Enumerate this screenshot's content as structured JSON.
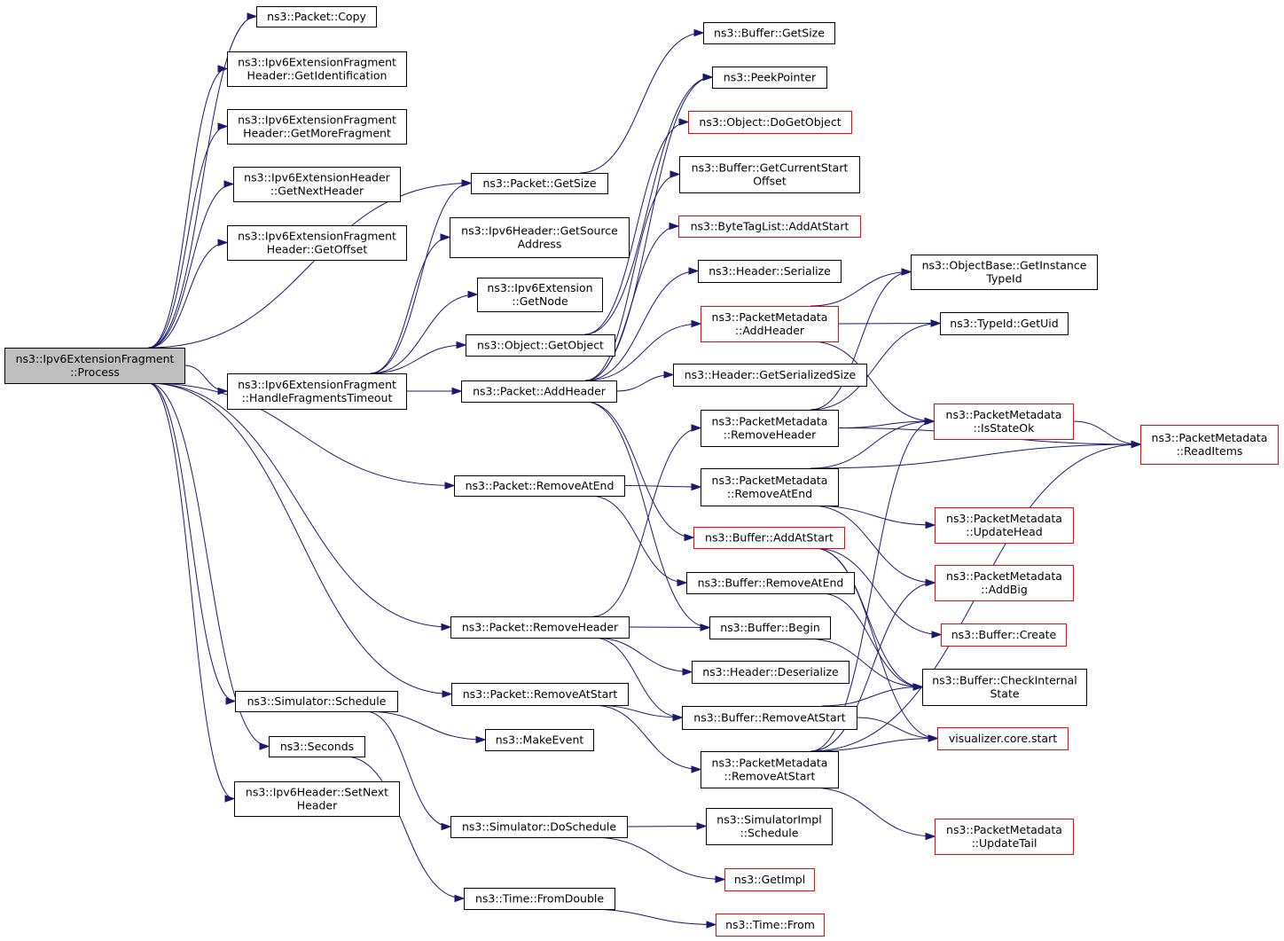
{
  "graph": {
    "title": "",
    "colors": {
      "edge": "#191970",
      "normal_border": "#000000",
      "linked_border": "#ff0000",
      "root_fill": "#bfbfbf",
      "node_fill": "#ffffff"
    },
    "nodes": [
      {
        "id": "process",
        "lines": [
          "ns3::Ipv6ExtensionFragment",
          "::Process"
        ],
        "kind": "root"
      },
      {
        "id": "copy",
        "lines": [
          "ns3::Packet::Copy"
        ],
        "kind": "normal"
      },
      {
        "id": "getident",
        "lines": [
          "ns3::Ipv6ExtensionFragment",
          "Header::GetIdentification"
        ],
        "kind": "normal"
      },
      {
        "id": "getmorefrag",
        "lines": [
          "ns3::Ipv6ExtensionFragment",
          "Header::GetMoreFragment"
        ],
        "kind": "normal"
      },
      {
        "id": "getnexthdr",
        "lines": [
          "ns3::Ipv6ExtensionHeader",
          "::GetNextHeader"
        ],
        "kind": "normal"
      },
      {
        "id": "getoffset",
        "lines": [
          "ns3::Ipv6ExtensionFragment",
          "Header::GetOffset"
        ],
        "kind": "normal"
      },
      {
        "id": "handlefrag",
        "lines": [
          "ns3::Ipv6ExtensionFragment",
          "::HandleFragmentsTimeout"
        ],
        "kind": "normal"
      },
      {
        "id": "schedule",
        "lines": [
          "ns3::Simulator::Schedule"
        ],
        "kind": "normal"
      },
      {
        "id": "seconds",
        "lines": [
          "ns3::Seconds"
        ],
        "kind": "normal"
      },
      {
        "id": "setnext",
        "lines": [
          "ns3::Ipv6Header::SetNext",
          "Header"
        ],
        "kind": "normal"
      },
      {
        "id": "pktgetsize",
        "lines": [
          "ns3::Packet::GetSize"
        ],
        "kind": "normal"
      },
      {
        "id": "getsrcaddr",
        "lines": [
          "ns3::Ipv6Header::GetSource",
          "Address"
        ],
        "kind": "normal"
      },
      {
        "id": "getnode",
        "lines": [
          "ns3::Ipv6Extension",
          "::GetNode"
        ],
        "kind": "normal"
      },
      {
        "id": "getobject",
        "lines": [
          "ns3::Object::GetObject"
        ],
        "kind": "normal"
      },
      {
        "id": "addheader",
        "lines": [
          "ns3::Packet::AddHeader"
        ],
        "kind": "normal"
      },
      {
        "id": "removeatend",
        "lines": [
          "ns3::Packet::RemoveAtEnd"
        ],
        "kind": "normal"
      },
      {
        "id": "removeheader",
        "lines": [
          "ns3::Packet::RemoveHeader"
        ],
        "kind": "normal"
      },
      {
        "id": "removeatstart",
        "lines": [
          "ns3::Packet::RemoveAtStart"
        ],
        "kind": "normal"
      },
      {
        "id": "makeevent",
        "lines": [
          "ns3::MakeEvent"
        ],
        "kind": "normal"
      },
      {
        "id": "doschedule",
        "lines": [
          "ns3::Simulator::DoSchedule"
        ],
        "kind": "normal"
      },
      {
        "id": "fromdouble",
        "lines": [
          "ns3::Time::FromDouble"
        ],
        "kind": "normal"
      },
      {
        "id": "bufgetsize",
        "lines": [
          "ns3::Buffer::GetSize"
        ],
        "kind": "normal"
      },
      {
        "id": "peekpointer",
        "lines": [
          "ns3::PeekPointer"
        ],
        "kind": "normal"
      },
      {
        "id": "dogetobject",
        "lines": [
          "ns3::Object::DoGetObject"
        ],
        "kind": "linked"
      },
      {
        "id": "getcurstart",
        "lines": [
          "ns3::Buffer::GetCurrentStart",
          "Offset"
        ],
        "kind": "normal"
      },
      {
        "id": "bytetag",
        "lines": [
          "ns3::ByteTagList::AddAtStart"
        ],
        "kind": "linked"
      },
      {
        "id": "hdrserialize",
        "lines": [
          "ns3::Header::Serialize"
        ],
        "kind": "normal"
      },
      {
        "id": "pmaddheader",
        "lines": [
          "ns3::PacketMetadata",
          "::AddHeader"
        ],
        "kind": "linked"
      },
      {
        "id": "getserialsize",
        "lines": [
          "ns3::Header::GetSerializedSize"
        ],
        "kind": "normal"
      },
      {
        "id": "pmremoveheader",
        "lines": [
          "ns3::PacketMetadata",
          "::RemoveHeader"
        ],
        "kind": "normal"
      },
      {
        "id": "pmremoveatend",
        "lines": [
          "ns3::PacketMetadata",
          "::RemoveAtEnd"
        ],
        "kind": "normal"
      },
      {
        "id": "bufaddatstart",
        "lines": [
          "ns3::Buffer::AddAtStart"
        ],
        "kind": "linked"
      },
      {
        "id": "bufremoveatend",
        "lines": [
          "ns3::Buffer::RemoveAtEnd"
        ],
        "kind": "normal"
      },
      {
        "id": "bufbegin",
        "lines": [
          "ns3::Buffer::Begin"
        ],
        "kind": "normal"
      },
      {
        "id": "hdrdeserialize",
        "lines": [
          "ns3::Header::Deserialize"
        ],
        "kind": "normal"
      },
      {
        "id": "bufremoveatstart",
        "lines": [
          "ns3::Buffer::RemoveAtStart"
        ],
        "kind": "normal"
      },
      {
        "id": "pmremoveatstart",
        "lines": [
          "ns3::PacketMetadata",
          "::RemoveAtStart"
        ],
        "kind": "normal"
      },
      {
        "id": "simimplschedule",
        "lines": [
          "ns3::SimulatorImpl",
          "::Schedule"
        ],
        "kind": "normal"
      },
      {
        "id": "getimpl",
        "lines": [
          "ns3::GetImpl"
        ],
        "kind": "linked"
      },
      {
        "id": "timefrom",
        "lines": [
          "ns3::Time::From"
        ],
        "kind": "linked"
      },
      {
        "id": "getinsttypeid",
        "lines": [
          "ns3::ObjectBase::GetInstance",
          "TypeId"
        ],
        "kind": "normal"
      },
      {
        "id": "typeidgetuid",
        "lines": [
          "ns3::TypeId::GetUid"
        ],
        "kind": "normal"
      },
      {
        "id": "isstateok",
        "lines": [
          "ns3::PacketMetadata",
          "::IsStateOk"
        ],
        "kind": "linked"
      },
      {
        "id": "updatehead",
        "lines": [
          "ns3::PacketMetadata",
          "::UpdateHead"
        ],
        "kind": "linked"
      },
      {
        "id": "addbig",
        "lines": [
          "ns3::PacketMetadata",
          "::AddBig"
        ],
        "kind": "linked"
      },
      {
        "id": "bufcreate",
        "lines": [
          "ns3::Buffer::Create"
        ],
        "kind": "linked"
      },
      {
        "id": "checkinternal",
        "lines": [
          "ns3::Buffer::CheckInternal",
          "State"
        ],
        "kind": "normal"
      },
      {
        "id": "vizstart",
        "lines": [
          "visualizer.core.start"
        ],
        "kind": "linked"
      },
      {
        "id": "updatetail",
        "lines": [
          "ns3::PacketMetadata",
          "::UpdateTail"
        ],
        "kind": "linked"
      },
      {
        "id": "readitems",
        "lines": [
          "ns3::PacketMetadata",
          "::ReadItems"
        ],
        "kind": "linked"
      }
    ],
    "edges": [
      [
        "process",
        "copy"
      ],
      [
        "process",
        "getident"
      ],
      [
        "process",
        "getmorefrag"
      ],
      [
        "process",
        "getnexthdr"
      ],
      [
        "process",
        "getoffset"
      ],
      [
        "process",
        "pktgetsize"
      ],
      [
        "process",
        "handlefrag"
      ],
      [
        "process",
        "removeatend"
      ],
      [
        "process",
        "removeheader"
      ],
      [
        "process",
        "removeatstart"
      ],
      [
        "process",
        "schedule"
      ],
      [
        "process",
        "seconds"
      ],
      [
        "process",
        "setnext"
      ],
      [
        "handlefrag",
        "pktgetsize"
      ],
      [
        "handlefrag",
        "getsrcaddr"
      ],
      [
        "handlefrag",
        "getnode"
      ],
      [
        "handlefrag",
        "getobject"
      ],
      [
        "handlefrag",
        "addheader"
      ],
      [
        "pktgetsize",
        "bufgetsize"
      ],
      [
        "getobject",
        "peekpointer"
      ],
      [
        "getobject",
        "dogetobject"
      ],
      [
        "addheader",
        "peekpointer"
      ],
      [
        "addheader",
        "getcurstart"
      ],
      [
        "addheader",
        "bytetag"
      ],
      [
        "addheader",
        "hdrserialize"
      ],
      [
        "addheader",
        "pmaddheader"
      ],
      [
        "addheader",
        "getserialsize"
      ],
      [
        "addheader",
        "bufaddatstart"
      ],
      [
        "addheader",
        "bufbegin"
      ],
      [
        "removeatend",
        "pmremoveatend"
      ],
      [
        "removeatend",
        "bufremoveatend"
      ],
      [
        "removeheader",
        "pmremoveheader"
      ],
      [
        "removeheader",
        "bufbegin"
      ],
      [
        "removeheader",
        "hdrdeserialize"
      ],
      [
        "removeheader",
        "bufremoveatstart"
      ],
      [
        "removeatstart",
        "bufremoveatstart"
      ],
      [
        "removeatstart",
        "pmremoveatstart"
      ],
      [
        "schedule",
        "makeevent"
      ],
      [
        "schedule",
        "doschedule"
      ],
      [
        "seconds",
        "fromdouble"
      ],
      [
        "doschedule",
        "simimplschedule"
      ],
      [
        "doschedule",
        "getimpl"
      ],
      [
        "fromdouble",
        "timefrom"
      ],
      [
        "pmaddheader",
        "getinsttypeid"
      ],
      [
        "pmaddheader",
        "typeidgetuid"
      ],
      [
        "pmaddheader",
        "isstateok"
      ],
      [
        "pmremoveheader",
        "getinsttypeid"
      ],
      [
        "pmremoveheader",
        "typeidgetuid"
      ],
      [
        "pmremoveheader",
        "isstateok"
      ],
      [
        "pmremoveheader",
        "readitems"
      ],
      [
        "pmremoveatend",
        "isstateok"
      ],
      [
        "pmremoveatend",
        "readitems"
      ],
      [
        "pmremoveatend",
        "updatehead"
      ],
      [
        "pmremoveatend",
        "addbig"
      ],
      [
        "bufaddatstart",
        "bufcreate"
      ],
      [
        "bufaddatstart",
        "checkinternal"
      ],
      [
        "bufaddatstart",
        "vizstart"
      ],
      [
        "bufremoveatend",
        "checkinternal"
      ],
      [
        "bufbegin",
        "checkinternal"
      ],
      [
        "bufremoveatstart",
        "checkinternal"
      ],
      [
        "bufremoveatstart",
        "vizstart"
      ],
      [
        "pmremoveatstart",
        "isstateok"
      ],
      [
        "pmremoveatstart",
        "addbig"
      ],
      [
        "pmremoveatstart",
        "vizstart"
      ],
      [
        "pmremoveatstart",
        "updatetail"
      ],
      [
        "pmremoveatstart",
        "readitems"
      ],
      [
        "isstateok",
        "readitems"
      ]
    ]
  }
}
